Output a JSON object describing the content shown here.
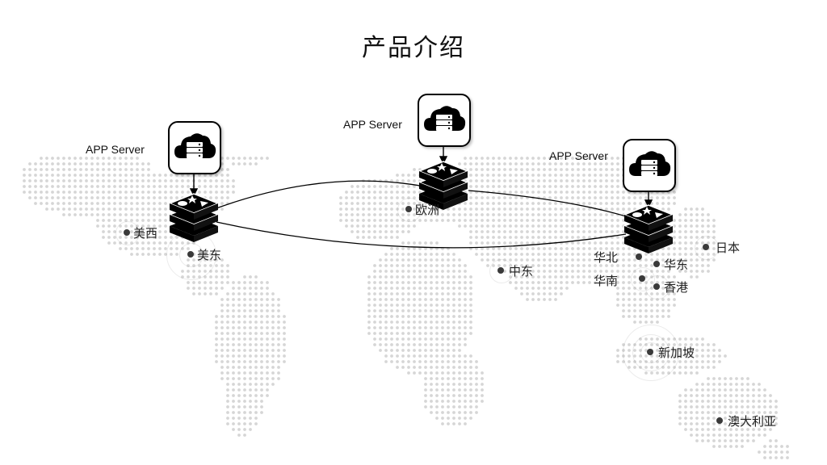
{
  "title": "产品介绍",
  "app_server_label": "APP Server",
  "colors": {
    "map_dot": "#d6d6d6",
    "region_dot": "#3a3a3a",
    "line": "#000000"
  },
  "icons": {
    "app_server": "cloud-server-icon",
    "cache_node": "redis-stack-icon"
  },
  "nodes": [
    {
      "id": "us",
      "label": "APP Server"
    },
    {
      "id": "eu",
      "label": "APP Server"
    },
    {
      "id": "cn",
      "label": "APP Server"
    }
  ],
  "regions": [
    {
      "id": "us-west",
      "name": "美西"
    },
    {
      "id": "us-east",
      "name": "美东"
    },
    {
      "id": "europe",
      "name": "欧洲"
    },
    {
      "id": "middle-east",
      "name": "中东"
    },
    {
      "id": "north-china",
      "name": "华北"
    },
    {
      "id": "east-china",
      "name": "华东"
    },
    {
      "id": "south-china",
      "name": "华南"
    },
    {
      "id": "hongkong",
      "name": "香港"
    },
    {
      "id": "japan",
      "name": "日本"
    },
    {
      "id": "singapore",
      "name": "新加坡"
    },
    {
      "id": "australia",
      "name": "澳大利亚"
    }
  ]
}
